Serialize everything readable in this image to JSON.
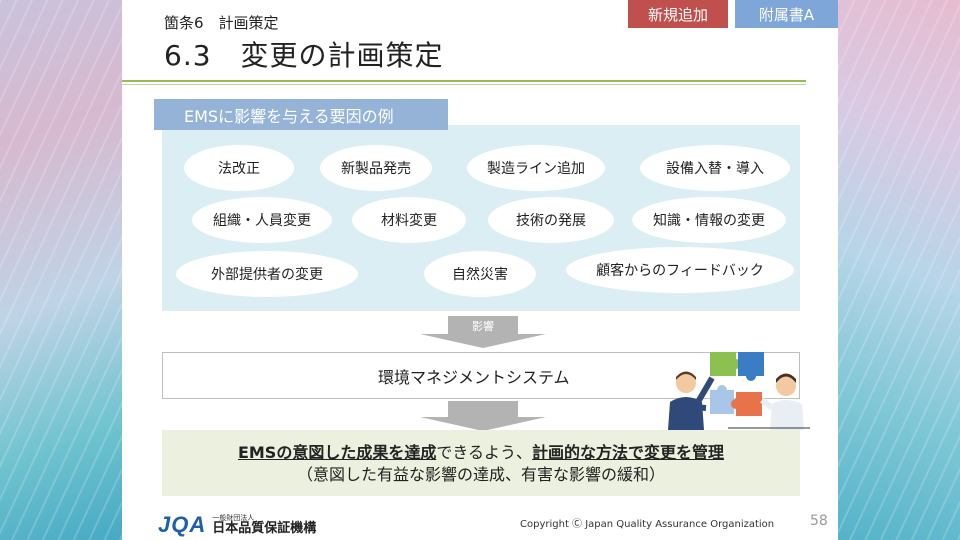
{
  "header": {
    "tag_new": "新規追加",
    "tag_appendix": "附属書A",
    "subtitle": "箇条6　計画策定",
    "title": "6.3　変更の計画策定"
  },
  "factors": {
    "label": "EMSに影響を与える要因の例",
    "items": [
      "法改正",
      "新製品発売",
      "製造ライン追加",
      "設備入替・導入",
      "組織・人員変更",
      "材料変更",
      "技術の発展",
      "知識・情報の変更",
      "外部提供者の変更",
      "自然災害",
      "顧客からのフィードバック"
    ]
  },
  "arrow": {
    "label": "影響"
  },
  "ems": {
    "label": "環境マネジメントシステム"
  },
  "result": {
    "part1": "EMSの意図した成果を達成",
    "part2": "できるよう、",
    "part3": "計画的な方法で変更を管理",
    "line2": "（意図した有益な影響の達成、有害な影響の緩和）"
  },
  "footer": {
    "logo": "JQA",
    "org_small": "一般財団法人",
    "org_name": "日本品質保証機構",
    "copyright": "Copyright Ⓒ Japan Quality Assurance Organization",
    "page": "58"
  },
  "colors": {
    "tag_new": "#c0504d",
    "tag_appendix": "#7ea6d8",
    "factors_bg": "#dbeef3",
    "result_bg": "#ebf1de",
    "accent_line": "#9bbb59"
  }
}
